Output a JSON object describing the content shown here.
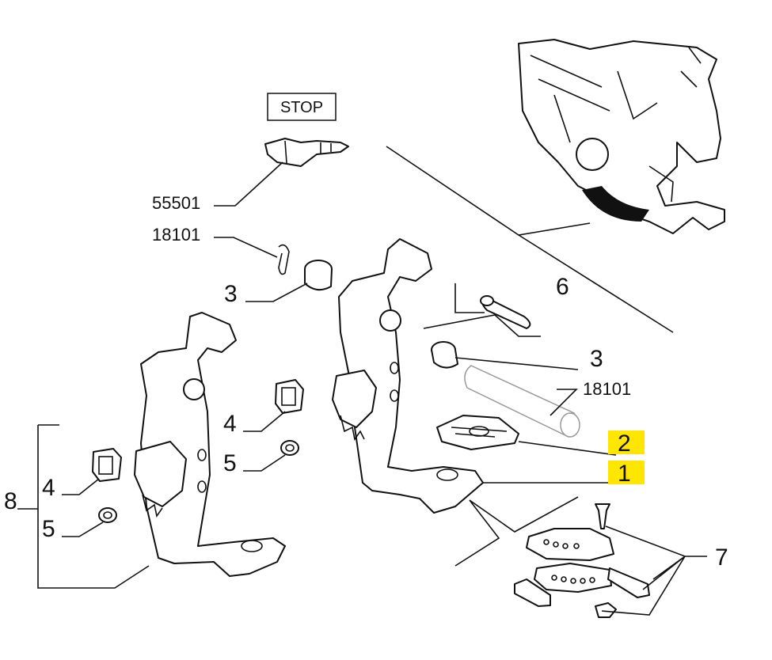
{
  "stop_label": "STOP",
  "callouts": {
    "c55501": "55501",
    "c18101_top": "18101",
    "c3_left": "3",
    "c6": "6",
    "c3_right": "3",
    "c18101_right": "18101",
    "c4_mid": "4",
    "c5_mid": "5",
    "c8": "8",
    "c4_left": "4",
    "c5_left": "5",
    "c2": "2",
    "c1": "1",
    "c7": "7"
  },
  "highlight_color": "#ffe600"
}
